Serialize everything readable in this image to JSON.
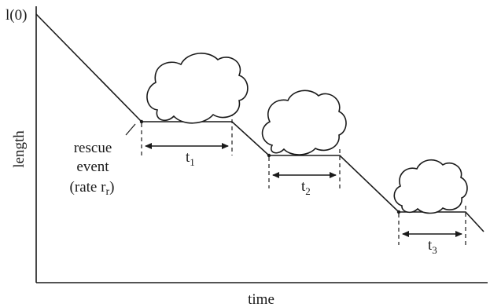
{
  "axes": {
    "y_label": "length",
    "x_label": "time",
    "y0_label": "l(0)"
  },
  "rescue_annotation": {
    "line1": "rescue",
    "line2": "event",
    "line3_prefix": "(rate r",
    "line3_sub": "r",
    "line3_suffix": ")"
  },
  "intervals": [
    {
      "base": "t",
      "sub": "1"
    },
    {
      "base": "t",
      "sub": "2"
    },
    {
      "base": "t",
      "sub": "3"
    }
  ]
}
